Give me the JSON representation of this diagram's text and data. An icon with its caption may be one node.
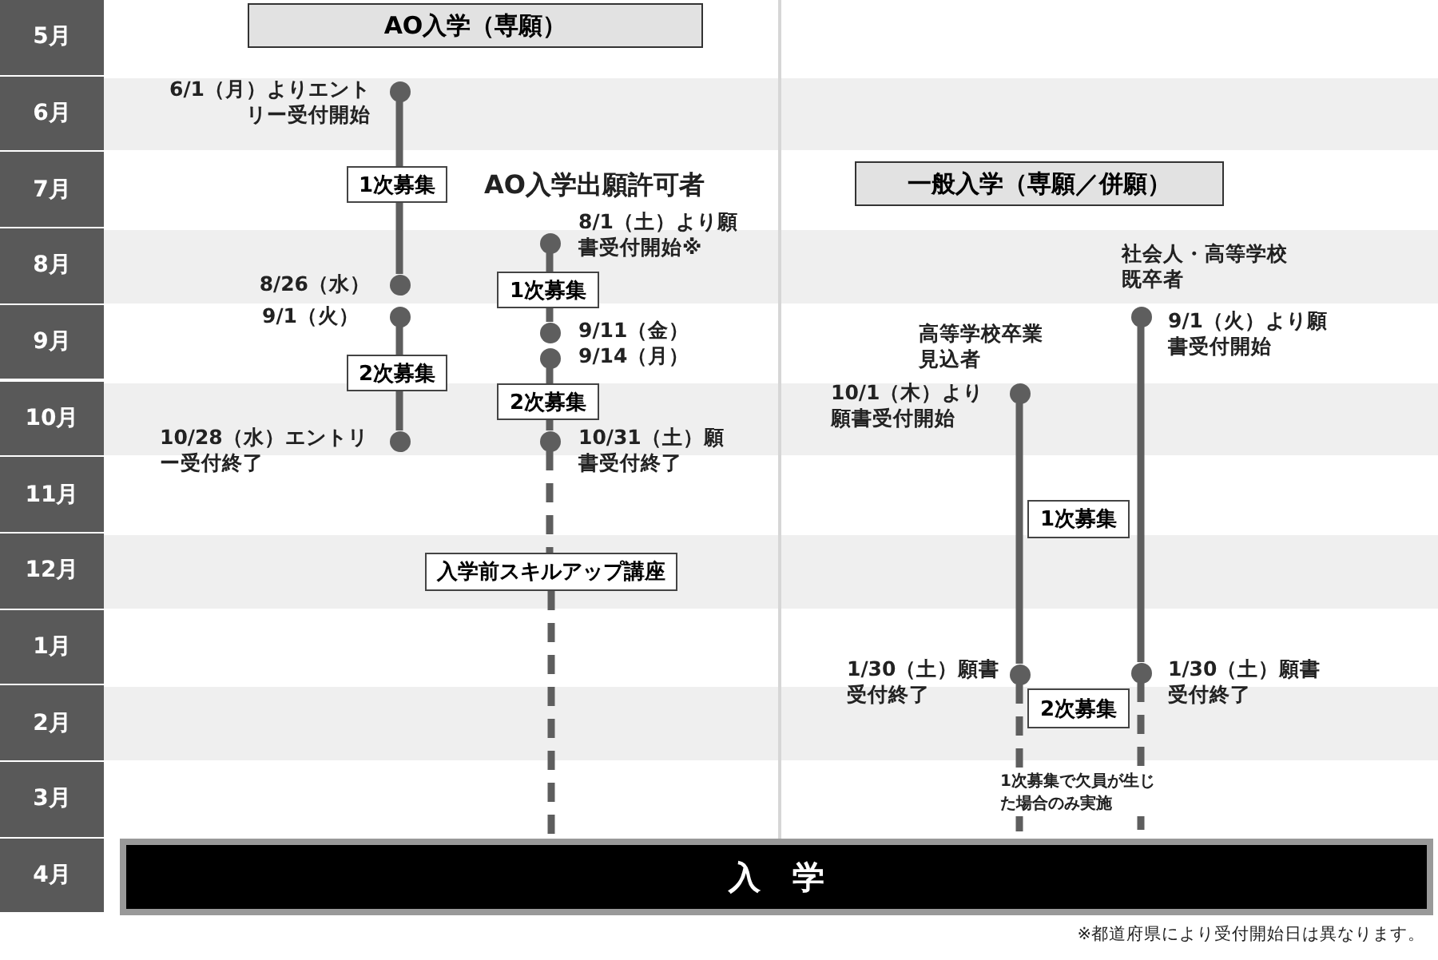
{
  "diagram": {
    "nodes": [
      {
        "text": [
          "AO入学（専願）"
        ]
      },
      {
        "text": [],
        "shape": "circle",
        "beside": [
          "6/1（月）よりエントリー受付開始"
        ]
      },
      {
        "text": [
          "1次募集"
        ]
      },
      {
        "text": [],
        "shape": "circle",
        "beside": [
          "8/26（水）"
        ]
      },
      {
        "text": [],
        "shape": "circle",
        "beside": [
          "9/1（火）"
        ]
      },
      {
        "text": [
          "2次募集"
        ]
      },
      {
        "text": [],
        "shape": "circle",
        "beside": [
          "10/28（水）エントリー受付終了"
        ]
      },
      {
        "text": [],
        "shape": "circle",
        "beside": [
          "8/1（土）より願書受付開始※"
        ]
      },
      {
        "text": [
          "1次募集"
        ]
      },
      {
        "text": [],
        "shape": "circle",
        "beside": [
          "9/11（金）"
        ]
      },
      {
        "text": [],
        "shape": "circle",
        "beside": [
          "9/14（月）"
        ]
      },
      {
        "text": [
          "2次募集"
        ]
      },
      {
        "text": [],
        "shape": "circle",
        "beside": [
          "10/31（土）願書受付終了"
        ]
      },
      {
        "text": [
          "入学前スキルアップ講座"
        ]
      },
      {
        "text": [
          "一般入学（専願／併願）"
        ]
      },
      {
        "text": [],
        "shape": "circle",
        "beside": [
          "9/1（火）より願書受付開始"
        ]
      },
      {
        "text": [],
        "shape": "circle",
        "beside": [
          "10/1（木）より願書受付開始"
        ]
      },
      {
        "text": [
          "1次募集"
        ]
      },
      {
        "text": [],
        "shape": "circle",
        "beside": [
          "1/30（土）願書受付終了"
        ]
      },
      {
        "text": [],
        "shape": "circle",
        "beside": [
          "1/30（土）願書受付終了"
        ]
      },
      {
        "text": [
          "2次募集"
        ]
      },
      {
        "text": [
          "入　学"
        ]
      }
    ],
    "edges": [
      {
        "from": 1,
        "to": 2,
        "arrow": "none"
      },
      {
        "from": 2,
        "to": 3,
        "arrow": "none"
      },
      {
        "from": 4,
        "to": 5,
        "arrow": "none"
      },
      {
        "from": 5,
        "to": 6,
        "arrow": "none"
      },
      {
        "from": 7,
        "to": 8,
        "arrow": "none"
      },
      {
        "from": 8,
        "to": 9,
        "arrow": "none"
      },
      {
        "from": 10,
        "to": 11,
        "arrow": "none"
      },
      {
        "from": 11,
        "to": 12,
        "arrow": "none"
      },
      {
        "from": 12,
        "to": 13,
        "arrow": "none",
        "style": "dashed"
      },
      {
        "from": 13,
        "to": 21,
        "arrow": "none",
        "style": "dashed"
      },
      {
        "from": 15,
        "to": 19,
        "arrow": "none"
      },
      {
        "from": 16,
        "to": 18,
        "arrow": "none"
      },
      {
        "from": 18,
        "to": 21,
        "arrow": "none",
        "style": "dashed"
      },
      {
        "from": 19,
        "to": 21,
        "arrow": "none",
        "style": "dashed"
      }
    ],
    "labels": [
      "5月",
      "6月",
      "7月",
      "8月",
      "9月",
      "10月",
      "11月",
      "12月",
      "1月",
      "2月",
      "3月",
      "4月",
      "AO入学出願許可者",
      "社会人・高等学校既卒者",
      "高等学校卒業見込者",
      "1次募集で欠員が生じた場合のみ実施",
      "※都道府県により受付開始日は異なります。"
    ]
  }
}
